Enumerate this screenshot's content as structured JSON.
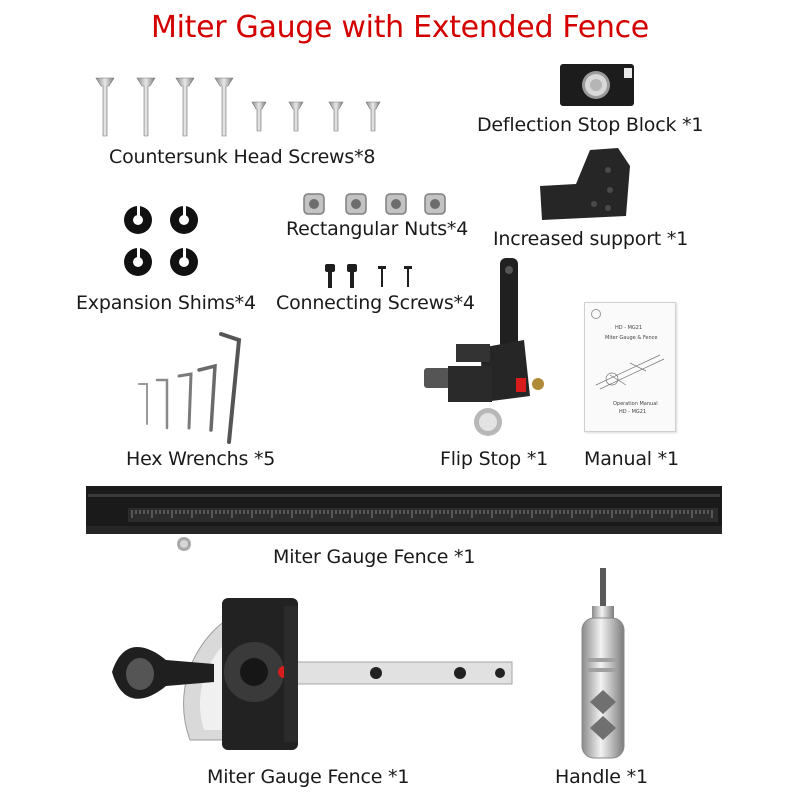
{
  "title": "Miter Gauge with Extended Fence",
  "colors": {
    "title": "#d40000",
    "metal": "#c9c9c9",
    "black": "#1c1c1c",
    "accent_red": "#d81b1b"
  },
  "items": {
    "screws": "Countersunk Head Screws*8",
    "stop_block": "Deflection Stop Block *1",
    "nuts": "Rectangular Nuts*4",
    "support": "Increased support *1",
    "shims": "Expansion Shims*4",
    "connecting_screws": "Connecting Screws*4",
    "hex_wrenches": "Hex Wrenchs *5",
    "flip_stop": "Flip Stop *1",
    "manual": "Manual *1",
    "fence_long": "Miter Gauge Fence *1",
    "miter_gauge": "Miter Gauge Fence *1",
    "handle": "Handle *1"
  },
  "manual_cover": {
    "model": "HD - MG21",
    "subtitle": "Miter Gauge & Fence",
    "footer_1": "Operation Manual",
    "footer_2": "HD - MG21"
  },
  "icons": [
    "countersunk-screw-icon",
    "stop-block-icon",
    "square-nut-icon",
    "support-bracket-icon",
    "shim-washer-icon",
    "small-screw-icon",
    "hex-key-icon",
    "flip-stop-icon",
    "manual-booklet-icon",
    "aluminum-fence-icon",
    "miter-gauge-protractor-icon",
    "handle-icon"
  ]
}
